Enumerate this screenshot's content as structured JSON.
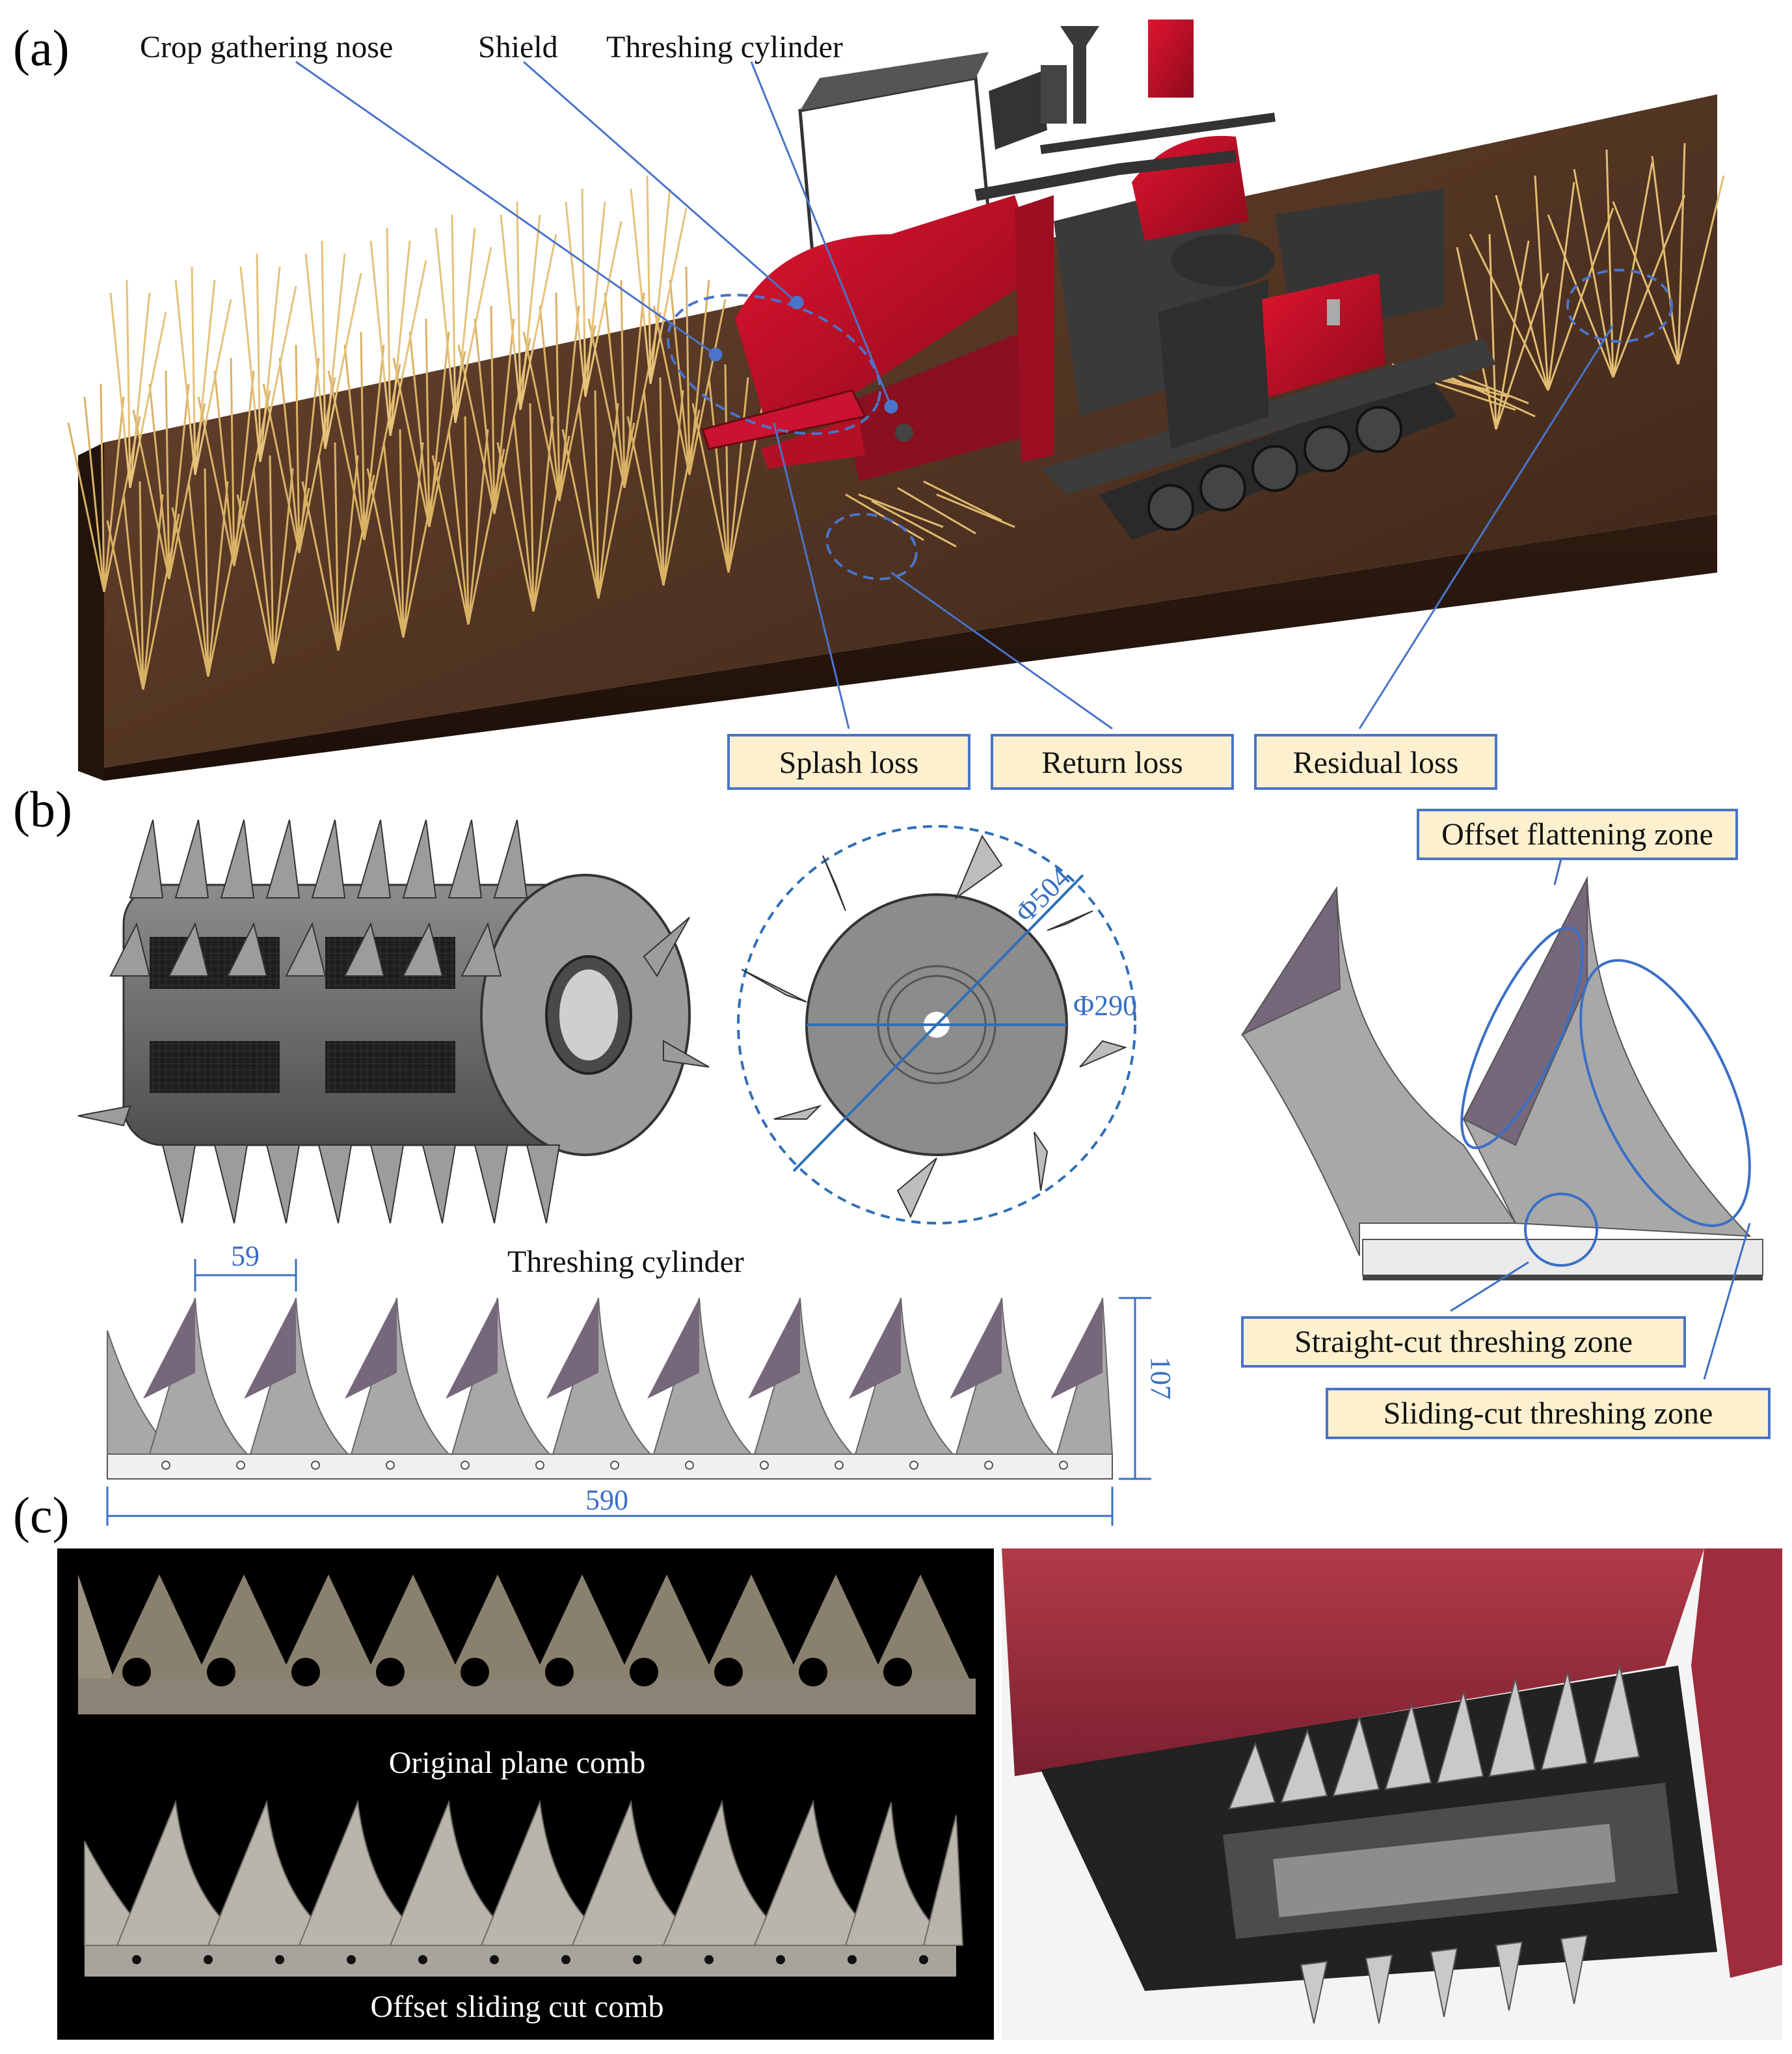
{
  "panels": {
    "a": {
      "label": "(a)",
      "callouts": {
        "crop_nose": "Crop gathering nose",
        "shield": "Shield",
        "threshing_cylinder": "Threshing cylinder"
      },
      "loss_boxes": {
        "splash": "Splash loss",
        "return": "Return loss",
        "residual": "Residual loss"
      }
    },
    "b": {
      "label": "(b)",
      "cylinder_caption": "Threshing cylinder",
      "dims": {
        "outer_diameter": "Φ504",
        "inner_diameter": "Φ290",
        "tooth_pitch": "59",
        "comb_height": "107",
        "comb_length": "590"
      },
      "zones": {
        "offset_flattening": "Offset flattening zone",
        "straight_cut": "Straight-cut threshing zone",
        "sliding_cut": "Sliding-cut threshing zone"
      }
    },
    "c": {
      "label": "(c)",
      "photo_captions": {
        "original": "Original plane comb",
        "offset": "Offset sliding cut comb"
      }
    }
  },
  "colors": {
    "callout_line": "#4a74c9",
    "box_fill": "#fdf0cf",
    "box_stroke": "#4a74c9",
    "machine_red": "#c8102e",
    "machine_dark": "#3c3c3c",
    "soil": "#4a2a1a",
    "straw": "#e6c27a",
    "steel": "#a9a9a9",
    "tooth_face": "#77677a"
  }
}
